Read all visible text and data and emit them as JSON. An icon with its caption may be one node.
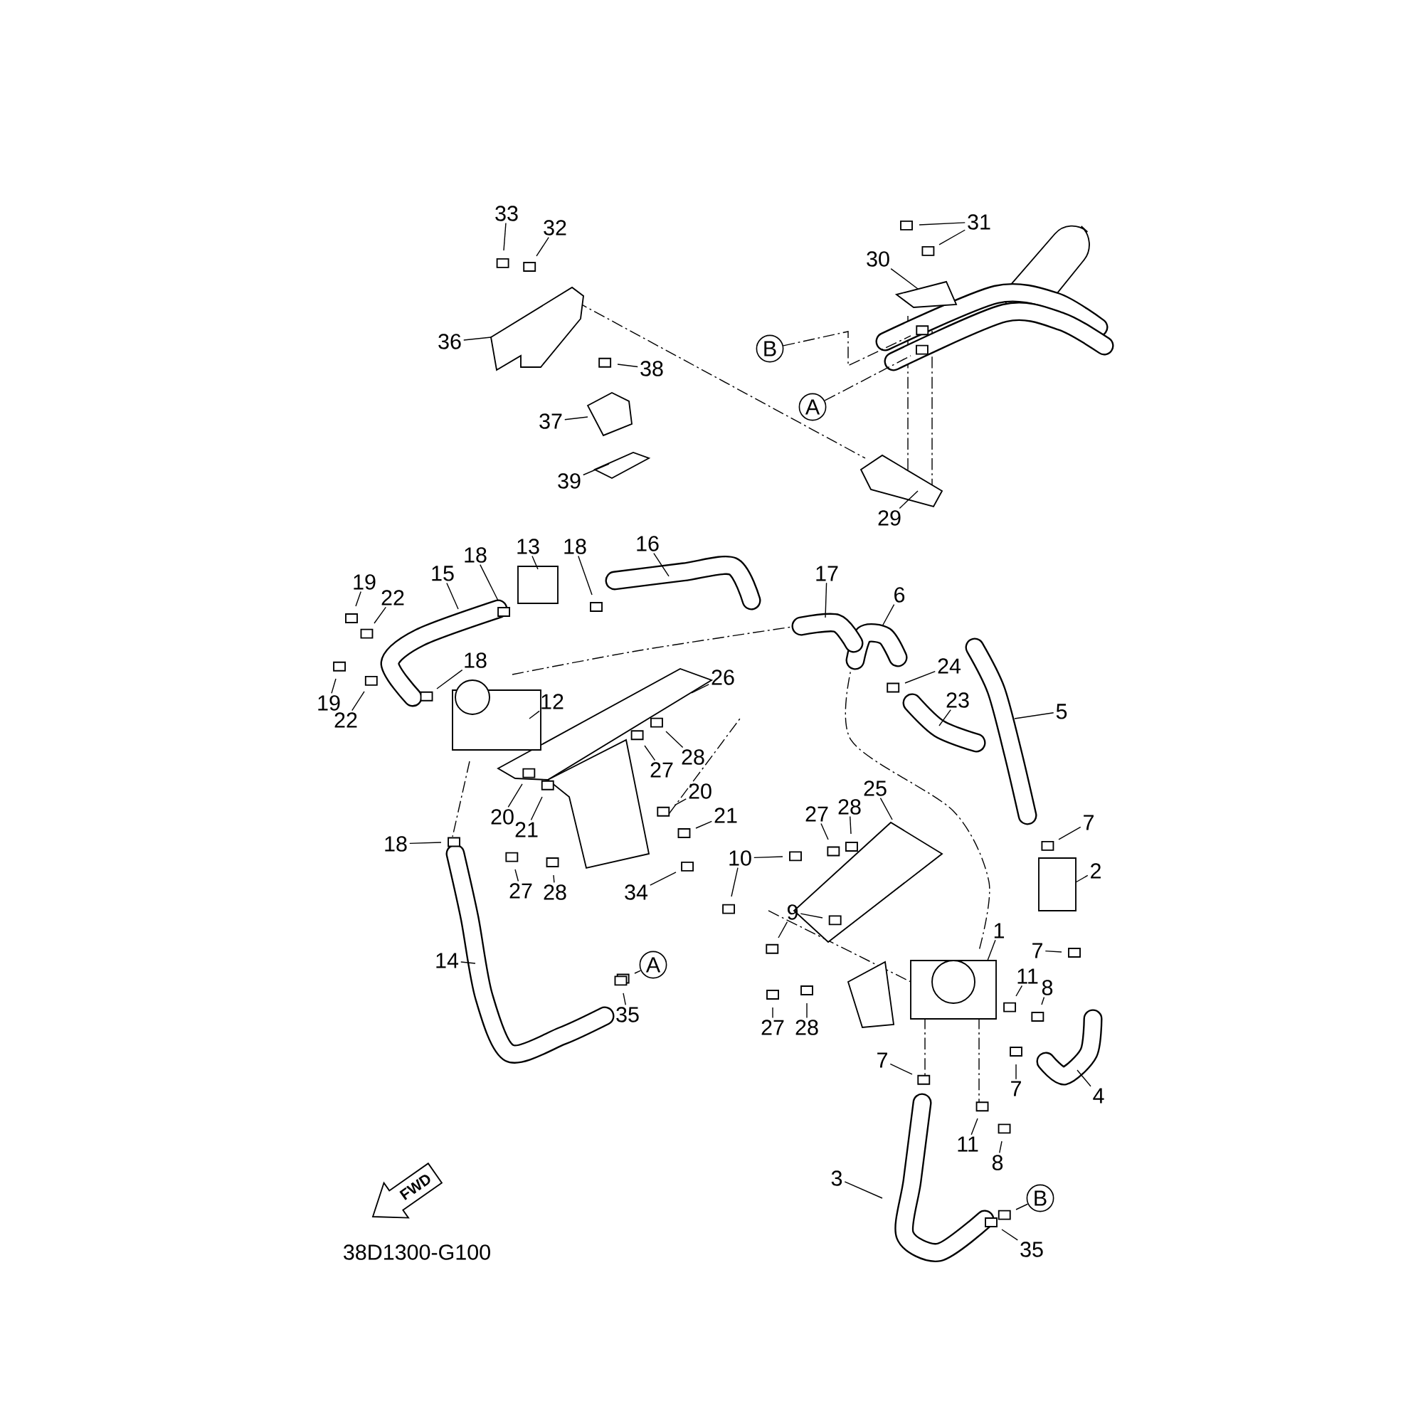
{
  "diagram": {
    "nodes": [
      {
        "text": [
          "33"
        ]
      },
      {
        "text": [
          "32"
        ]
      },
      {
        "text": [
          "31"
        ]
      },
      {
        "text": [
          "30"
        ]
      },
      {
        "text": [
          "36"
        ]
      },
      {
        "text": [
          "B"
        ]
      },
      {
        "text": [
          "38"
        ]
      },
      {
        "text": [
          "A"
        ]
      },
      {
        "text": [
          "37"
        ]
      },
      {
        "text": [
          "39"
        ]
      },
      {
        "text": [
          "29"
        ]
      },
      {
        "text": [
          "18"
        ]
      },
      {
        "text": [
          "13"
        ]
      },
      {
        "text": [
          "18"
        ]
      },
      {
        "text": [
          "16"
        ]
      },
      {
        "text": [
          "17"
        ]
      },
      {
        "text": [
          "15"
        ]
      },
      {
        "text": [
          "19"
        ]
      },
      {
        "text": [
          "6"
        ]
      },
      {
        "text": [
          "22"
        ]
      },
      {
        "text": [
          "18"
        ]
      },
      {
        "text": [
          "24"
        ]
      },
      {
        "text": [
          "26"
        ]
      },
      {
        "text": [
          "23"
        ]
      },
      {
        "text": [
          "19"
        ]
      },
      {
        "text": [
          "12"
        ]
      },
      {
        "text": [
          "5"
        ]
      },
      {
        "text": [
          "22"
        ]
      },
      {
        "text": [
          "28"
        ]
      },
      {
        "text": [
          "27"
        ]
      },
      {
        "text": [
          "20"
        ]
      },
      {
        "text": [
          "25"
        ]
      },
      {
        "text": [
          "28"
        ]
      },
      {
        "text": [
          "21"
        ]
      },
      {
        "text": [
          "20"
        ]
      },
      {
        "text": [
          "27"
        ]
      },
      {
        "text": [
          "7"
        ]
      },
      {
        "text": [
          "21"
        ]
      },
      {
        "text": [
          "18"
        ]
      },
      {
        "text": [
          "10"
        ]
      },
      {
        "text": [
          "2"
        ]
      },
      {
        "text": [
          "9"
        ]
      },
      {
        "text": [
          "27"
        ]
      },
      {
        "text": [
          "28"
        ]
      },
      {
        "text": [
          "34"
        ]
      },
      {
        "text": [
          "1"
        ]
      },
      {
        "text": [
          "7"
        ]
      },
      {
        "text": [
          "14"
        ]
      },
      {
        "text": [
          "A"
        ]
      },
      {
        "text": [
          "11"
        ]
      },
      {
        "text": [
          "8"
        ]
      },
      {
        "text": [
          "35"
        ]
      },
      {
        "text": [
          "27"
        ]
      },
      {
        "text": [
          "28"
        ]
      },
      {
        "text": [
          "7"
        ]
      },
      {
        "text": [
          "7"
        ]
      },
      {
        "text": [
          "4"
        ]
      },
      {
        "text": [
          "11"
        ]
      },
      {
        "text": [
          "8"
        ]
      },
      {
        "text": [
          "3"
        ]
      },
      {
        "text": [
          "B"
        ]
      },
      {
        "text": [
          "35"
        ]
      }
    ],
    "edges": [
      {
        "from": 0,
        "to": null,
        "arrow": "none"
      },
      {
        "from": 1,
        "to": null,
        "arrow": "none"
      },
      {
        "from": 2,
        "to": null,
        "arrow": "none"
      },
      {
        "from": 2,
        "to": null,
        "arrow": "none"
      },
      {
        "from": 3,
        "to": null,
        "arrow": "none"
      },
      {
        "from": 4,
        "to": null,
        "arrow": "none"
      },
      {
        "from": 5,
        "to": null,
        "arrow": "none",
        "style": "dashed"
      },
      {
        "from": 6,
        "to": null,
        "arrow": "none"
      },
      {
        "from": 7,
        "to": null,
        "arrow": "none",
        "style": "dashed"
      },
      {
        "from": 8,
        "to": null,
        "arrow": "none"
      },
      {
        "from": 9,
        "to": null,
        "arrow": "none"
      },
      {
        "from": 10,
        "to": null,
        "arrow": "none"
      },
      {
        "from": 11,
        "to": null,
        "arrow": "none"
      },
      {
        "from": 12,
        "to": null,
        "arrow": "none"
      },
      {
        "from": 13,
        "to": null,
        "arrow": "none"
      },
      {
        "from": 14,
        "to": null,
        "arrow": "none"
      },
      {
        "from": 15,
        "to": null,
        "arrow": "none"
      },
      {
        "from": 16,
        "to": null,
        "arrow": "none"
      },
      {
        "from": 17,
        "to": null,
        "arrow": "none"
      },
      {
        "from": 18,
        "to": null,
        "arrow": "none"
      },
      {
        "from": 19,
        "to": null,
        "arrow": "none"
      },
      {
        "from": 20,
        "to": null,
        "arrow": "none"
      },
      {
        "from": 21,
        "to": null,
        "arrow": "none"
      },
      {
        "from": 22,
        "to": null,
        "arrow": "none"
      },
      {
        "from": 23,
        "to": null,
        "arrow": "none"
      },
      {
        "from": 24,
        "to": null,
        "arrow": "none"
      },
      {
        "from": 25,
        "to": null,
        "arrow": "none"
      },
      {
        "from": 26,
        "to": null,
        "arrow": "none"
      },
      {
        "from": 27,
        "to": null,
        "arrow": "none"
      },
      {
        "from": 28,
        "to": null,
        "arrow": "none"
      },
      {
        "from": 29,
        "to": null,
        "arrow": "none"
      },
      {
        "from": 30,
        "to": null,
        "arrow": "none"
      },
      {
        "from": 31,
        "to": null,
        "arrow": "none"
      },
      {
        "from": 32,
        "to": null,
        "arrow": "none"
      },
      {
        "from": 33,
        "to": null,
        "arrow": "none"
      },
      {
        "from": 34,
        "to": null,
        "arrow": "none"
      },
      {
        "from": 35,
        "to": null,
        "arrow": "none"
      },
      {
        "from": 36,
        "to": null,
        "arrow": "none"
      },
      {
        "from": 37,
        "to": null,
        "arrow": "none"
      },
      {
        "from": 38,
        "to": null,
        "arrow": "none"
      },
      {
        "from": 39,
        "to": null,
        "arrow": "none"
      },
      {
        "from": 39,
        "to": null,
        "arrow": "none"
      },
      {
        "from": 40,
        "to": null,
        "arrow": "none"
      },
      {
        "from": 41,
        "to": null,
        "arrow": "none"
      },
      {
        "from": 41,
        "to": null,
        "arrow": "none"
      },
      {
        "from": 42,
        "to": null,
        "arrow": "none"
      },
      {
        "from": 43,
        "to": null,
        "arrow": "none"
      },
      {
        "from": 44,
        "to": null,
        "arrow": "none"
      },
      {
        "from": 45,
        "to": null,
        "arrow": "none"
      },
      {
        "from": 46,
        "to": null,
        "arrow": "none"
      },
      {
        "from": 47,
        "to": null,
        "arrow": "none"
      },
      {
        "from": 48,
        "to": null,
        "arrow": "none"
      },
      {
        "from": 49,
        "to": null,
        "arrow": "none"
      },
      {
        "from": 50,
        "to": null,
        "arrow": "none"
      },
      {
        "from": 51,
        "to": null,
        "arrow": "none"
      },
      {
        "from": 52,
        "to": null,
        "arrow": "none"
      },
      {
        "from": 53,
        "to": null,
        "arrow": "none"
      },
      {
        "from": 54,
        "to": null,
        "arrow": "none"
      },
      {
        "from": 55,
        "to": null,
        "arrow": "none"
      },
      {
        "from": 56,
        "to": null,
        "arrow": "none"
      },
      {
        "from": 57,
        "to": null,
        "arrow": "none"
      },
      {
        "from": 58,
        "to": null,
        "arrow": "none"
      },
      {
        "from": 59,
        "to": null,
        "arrow": "none"
      },
      {
        "from": 60,
        "to": null,
        "arrow": "none"
      },
      {
        "from": 61,
        "to": null,
        "arrow": "none"
      }
    ],
    "labels": [
      "FWD",
      "38D1300-G100"
    ]
  }
}
